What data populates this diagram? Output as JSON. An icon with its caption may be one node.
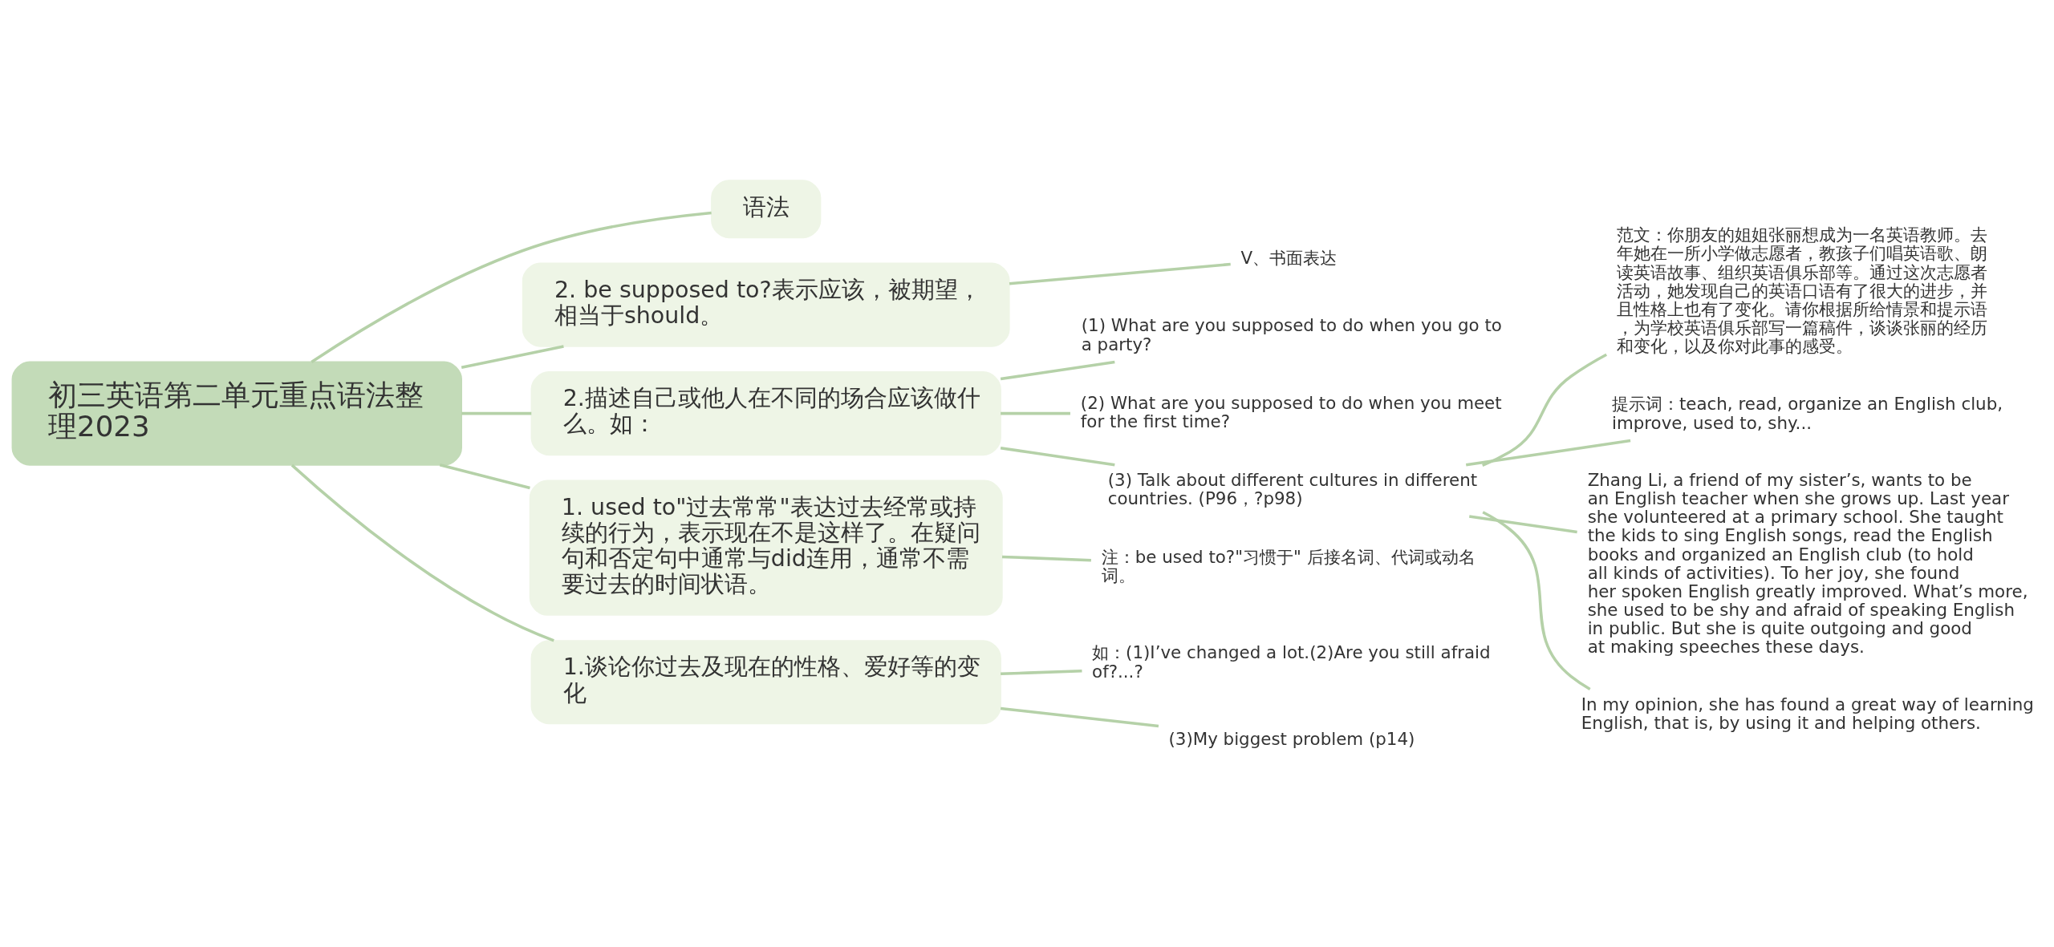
{
  "diagram": {
    "nodes": [
      {
        "text": [
          "初三英语第二单元重点语法整理2023"
        ]
      },
      {
        "text": [
          "语法"
        ]
      },
      {
        "text": [
          "2. be supposed to?表示应该，被期望，相当于should。"
        ]
      },
      {
        "text": [
          "V、书面表达"
        ]
      },
      {
        "text": [
          "2.描述自己或他人在不同的场合应该做什么。如："
        ]
      },
      {
        "text": [
          "(1) What are you supposed to do when you go to a party?"
        ]
      },
      {
        "text": [
          "(2) What are you supposed to do when you meet for the first time?"
        ]
      },
      {
        "text": [
          "(3) Talk about different cultures in different countries. (P96，?p98)"
        ]
      },
      {
        "text": [
          "范文：你朋友的姐姐张丽想成为一名英语教师。去年她在一所小学做志愿者，教孩子们唱英语歌、朗读英语故事、组织英语俱乐部等。通过这次志愿者活动，她发现自己的英语口语有了很大的进步，并且性格上也有了变化。请你根据所给情景和提示语，为学校英语俱乐部写一篇稿件，谈谈张丽的经历和变化，以及你对此事的感受。"
        ]
      },
      {
        "text": [
          "提示词：teach, read, organize an English club, improve, used to, shy..."
        ]
      },
      {
        "text": [
          "Zhang Li, a friend of my sister’s, wants to be an English teacher when she grows up. Last year she volunteered at a primary school. She taught the kids to sing English songs, read the English books and organized an English club (to hold all kinds of activities). To her joy, she found her spoken English greatly improved. What’s more, she used to be shy and afraid of speaking English in public. But she is quite outgoing and good at making speeches these days."
        ]
      },
      {
        "text": [
          "In my opinion, she has found a great way of learning English, that is, by using it and helping others."
        ]
      },
      {
        "text": [
          "1. used to\"过去常常\"表达过去经常或持续的行为，表示现在不是这样了。在疑问句和否定句中通常与did连用，通常不需要过去的时间状语。"
        ]
      },
      {
        "text": [
          "注：be used to?\"习惯于\" 后接名词、代词或动名词。"
        ]
      },
      {
        "text": [
          "1.谈论你过去及现在的性格、爱好等的变化"
        ]
      },
      {
        "text": [
          "如：(1)I’ve changed a lot.(2)Are you still afraid of?...?"
        ]
      },
      {
        "text": [
          "(3)My biggest problem (p14)"
        ]
      }
    ],
    "edges": [
      {
        "from": 0,
        "to": 1,
        "arrow": "none"
      },
      {
        "from": 0,
        "to": 2,
        "arrow": "none"
      },
      {
        "from": 2,
        "to": 3,
        "arrow": "none"
      },
      {
        "from": 0,
        "to": 4,
        "arrow": "none"
      },
      {
        "from": 4,
        "to": 5,
        "arrow": "none"
      },
      {
        "from": 4,
        "to": 6,
        "arrow": "none"
      },
      {
        "from": 4,
        "to": 7,
        "arrow": "none"
      },
      {
        "from": 7,
        "to": 8,
        "arrow": "none"
      },
      {
        "from": 7,
        "to": 9,
        "arrow": "none"
      },
      {
        "from": 7,
        "to": 10,
        "arrow": "none"
      },
      {
        "from": 7,
        "to": 11,
        "arrow": "none"
      },
      {
        "from": 0,
        "to": 12,
        "arrow": "none"
      },
      {
        "from": 12,
        "to": 13,
        "arrow": "none"
      },
      {
        "from": 0,
        "to": 14,
        "arrow": "none"
      },
      {
        "from": 14,
        "to": 15,
        "arrow": "none"
      },
      {
        "from": 14,
        "to": 16,
        "arrow": "none"
      }
    ]
  }
}
